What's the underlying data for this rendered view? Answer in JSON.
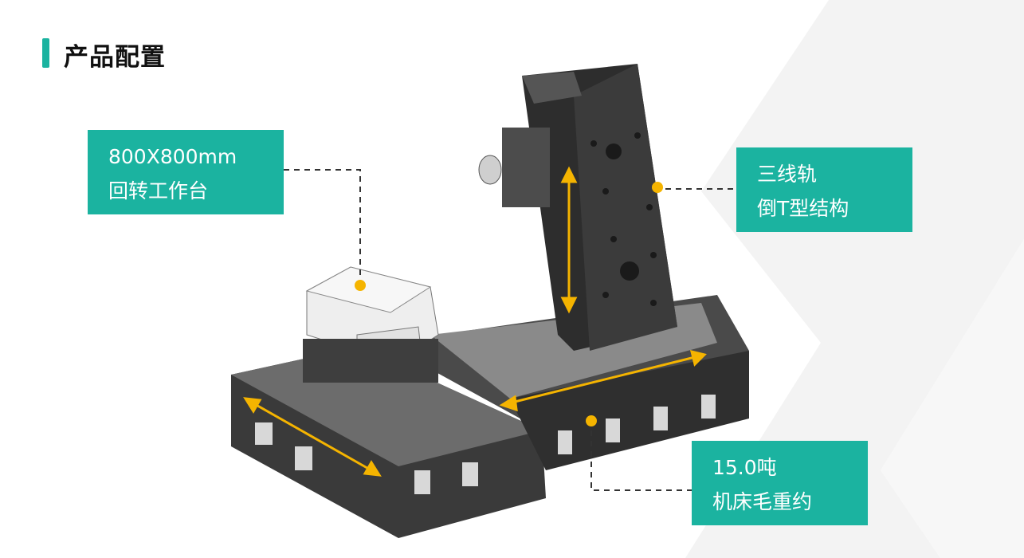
{
  "page": {
    "title": "产品配置",
    "accent_color": "#1bb3a0",
    "marker_color": "#f5b400"
  },
  "callouts": [
    {
      "line1": "800X800mm",
      "line2": "回转工作台"
    },
    {
      "line1": "三线轨",
      "line2": "倒T型结构"
    },
    {
      "line1": "15.0吨",
      "line2": "机床毛重约"
    }
  ]
}
